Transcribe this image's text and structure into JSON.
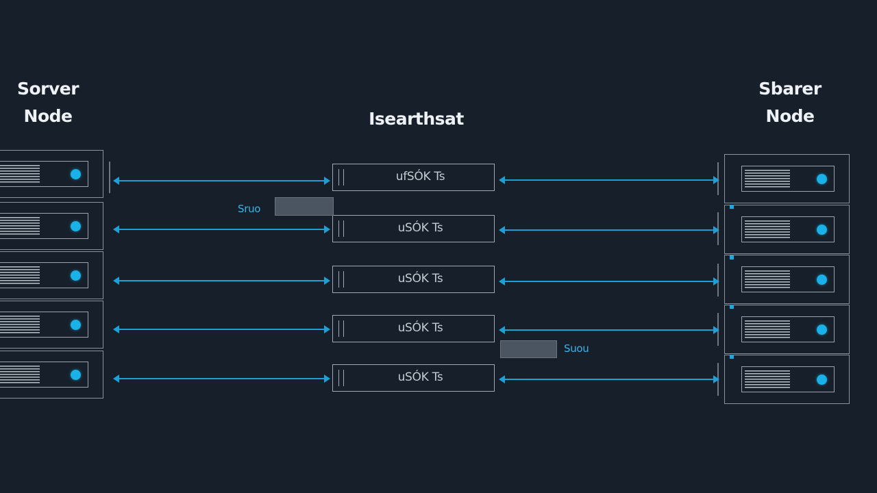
{
  "left_node": {
    "line1": "Sorver",
    "line2": "Node"
  },
  "right_node": {
    "line1": "Sbarer",
    "line2": "Node"
  },
  "center_title": "Isearthsat",
  "heartbeat_labels": [
    "ufSÓK Ts",
    "uSÓK Ts",
    "uSÓK Ts",
    "uSÓK Ts",
    "uSÓK Ts"
  ],
  "annotations": {
    "left": "Sruo",
    "right": "Suou"
  },
  "colors": {
    "background": "#17202a",
    "accent": "#1ab0e8",
    "outline": "#8994a0",
    "text": "#eef2f6"
  },
  "icons": {
    "status_led": "status-led-icon",
    "vent": "vent-icon"
  }
}
